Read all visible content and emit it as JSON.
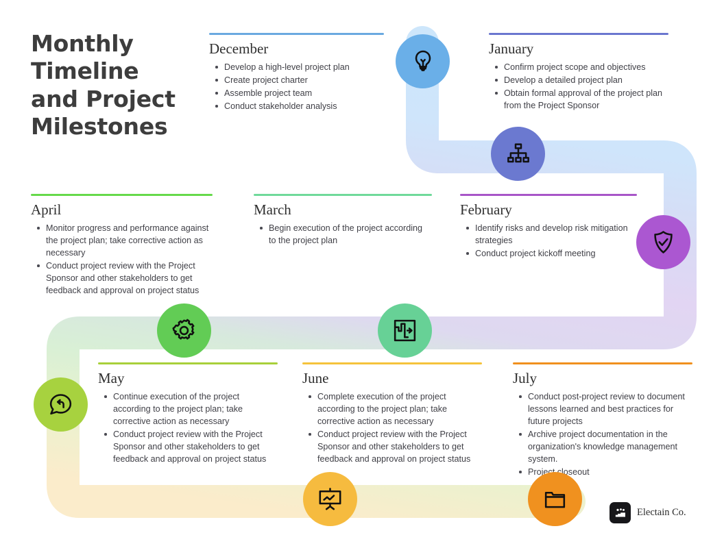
{
  "title": "Monthly Timeline and Project Milestones",
  "title_lines": [
    "Monthly",
    "Timeline",
    "and Project",
    "Milestones"
  ],
  "brand": {
    "name": "Electain Co.",
    "mark_icon": "people-group-icon"
  },
  "palette": {
    "december": "#6aa9e0",
    "january": "#6b76cf",
    "february": "#a855c8",
    "march": "#6fd99a",
    "april": "#66d94a",
    "may": "#a8d03a",
    "june": "#f5c33b",
    "july": "#f0901e",
    "title_color": "#3d3d3d",
    "body_color": "#3f3f46"
  },
  "months": [
    {
      "id": "december",
      "name": "December",
      "rule_color": "#6aa9e0",
      "items": [
        "Develop a high-level project plan",
        "Create project charter",
        "Assemble project team",
        "Conduct stakeholder analysis"
      ]
    },
    {
      "id": "january",
      "name": "January",
      "rule_color": "#6b76cf",
      "items": [
        "Confirm project scope and objectives",
        "Develop a detailed project plan",
        "Obtain formal approval of the project plan from the Project Sponsor"
      ]
    },
    {
      "id": "february",
      "name": "February",
      "rule_color": "#a855c8",
      "items": [
        "Identify risks and develop risk mitigation strategies",
        "Conduct project kickoff meeting"
      ]
    },
    {
      "id": "march",
      "name": "March",
      "rule_color": "#6fd99a",
      "items": [
        "Begin execution of the project according to the project plan"
      ]
    },
    {
      "id": "april",
      "name": "April",
      "rule_color": "#66d94a",
      "items": [
        "Monitor progress and performance against the project plan; take corrective action as necessary",
        "Conduct project review with the Project Sponsor and other stakeholders to get feedback and approval on project status"
      ]
    },
    {
      "id": "may",
      "name": "May",
      "rule_color": "#a8d03a",
      "items": [
        "Continue execution of the project according to the project plan; take corrective action as necessary",
        "Conduct project review with the Project Sponsor and other stakeholders to get feedback and approval on project status"
      ]
    },
    {
      "id": "june",
      "name": "June",
      "rule_color": "#f5c33b",
      "items": [
        "Complete execution of the project according to the project plan; take corrective action as necessary",
        "Conduct project review with the Project Sponsor and other stakeholders to get feedback and approval on project status"
      ]
    },
    {
      "id": "july",
      "name": "July",
      "rule_color": "#f0901e",
      "items": [
        "Conduct post-project review to document lessons learned and best practices for future projects",
        "Archive project documentation in the organization's knowledge management system.",
        "Project closeout"
      ]
    }
  ],
  "icons": [
    {
      "id": "lightbulb",
      "icon": "lightbulb-icon",
      "color": "#6aafe8",
      "for_month": "december"
    },
    {
      "id": "orgchart",
      "icon": "org-chart-icon",
      "color": "#6b79d0",
      "for_month": "january"
    },
    {
      "id": "shield",
      "icon": "shield-check-icon",
      "color": "#ab57d1",
      "for_month": "february"
    },
    {
      "id": "gear",
      "icon": "gear-icon",
      "color": "#62cc55",
      "for_month": "april"
    },
    {
      "id": "maze",
      "icon": "maze-solution-icon",
      "color": "#67d196",
      "for_month": "march"
    },
    {
      "id": "reply",
      "icon": "chat-reply-icon",
      "color": "#a7d23f",
      "for_month": "may"
    },
    {
      "id": "presentation",
      "icon": "presentation-chart-icon",
      "color": "#f6bb3f",
      "for_month": "june"
    },
    {
      "id": "folder",
      "icon": "folder-icon",
      "color": "#f0911f",
      "for_month": "july"
    }
  ]
}
